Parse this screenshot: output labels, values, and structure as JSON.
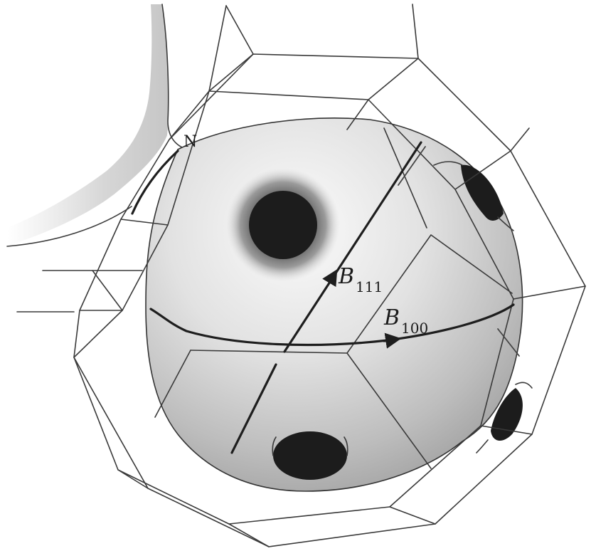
{
  "labels": {
    "b111": {
      "symbol": "B",
      "subscript": "111"
    },
    "b100": {
      "symbol": "B",
      "subscript": "100"
    },
    "n_point": "N"
  },
  "colors": {
    "line": "#1e1e1e",
    "surface_light": "#f4f4f4",
    "surface_dark": "#9c9c9c",
    "neck": "#1c1c1c"
  },
  "icons": {
    "arrow": "arrowhead"
  }
}
